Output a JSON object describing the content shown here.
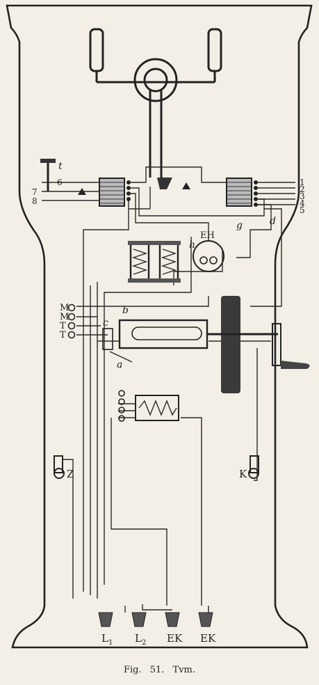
{
  "figure": {
    "caption": "Fig. 51.   Tvm."
  },
  "labels": {
    "t": "t",
    "six": "6",
    "seven": "7",
    "eight": "8",
    "one": "1",
    "two": "2",
    "three": "3",
    "four": "4",
    "five": "5",
    "eh": "EH",
    "h": "h",
    "g": "g",
    "d": "d",
    "b": "b",
    "c": "c",
    "a": "a",
    "m1": "M",
    "m2": "M",
    "t1": "T",
    "t2": "T",
    "z": "Z",
    "k": "K",
    "l1": "L",
    "l1_sub": "1",
    "l2": "L",
    "l2_sub": "2",
    "ek1": "EK",
    "ek2": "EK"
  }
}
